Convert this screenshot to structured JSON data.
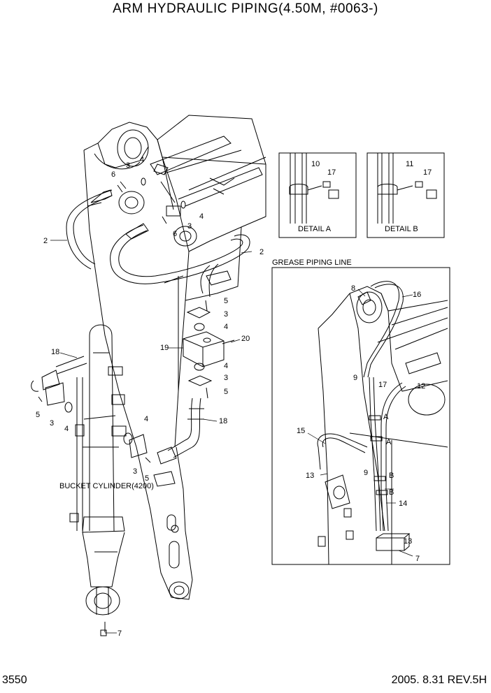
{
  "header": {
    "title": "ARM HYDRAULIC PIPING(4.50M, #0063-)"
  },
  "footer": {
    "page_number": "3550",
    "revision": "2005. 8.31 REV.5H"
  },
  "details": {
    "a": {
      "caption": "DETAIL A",
      "labels": [
        "10",
        "17"
      ]
    },
    "b": {
      "caption": "DETAIL B",
      "labels": [
        "11",
        "17"
      ]
    }
  },
  "grease": {
    "title": "GREASE PIPING LINE",
    "labels": [
      "8",
      "16",
      "9",
      "17",
      "12",
      "A",
      "15",
      "A",
      "13",
      "9",
      "B",
      "B",
      "14",
      "13",
      "7"
    ]
  },
  "main_labels": [
    "6",
    "3",
    "4",
    "4",
    "3",
    "6",
    "2",
    "2",
    "5",
    "3",
    "4",
    "19",
    "20",
    "4",
    "3",
    "5",
    "18",
    "18",
    "5",
    "3",
    "4",
    "4",
    "3",
    "5",
    "7"
  ],
  "bucket_cylinder_label": "BUCKET CYLINDER(4200)"
}
